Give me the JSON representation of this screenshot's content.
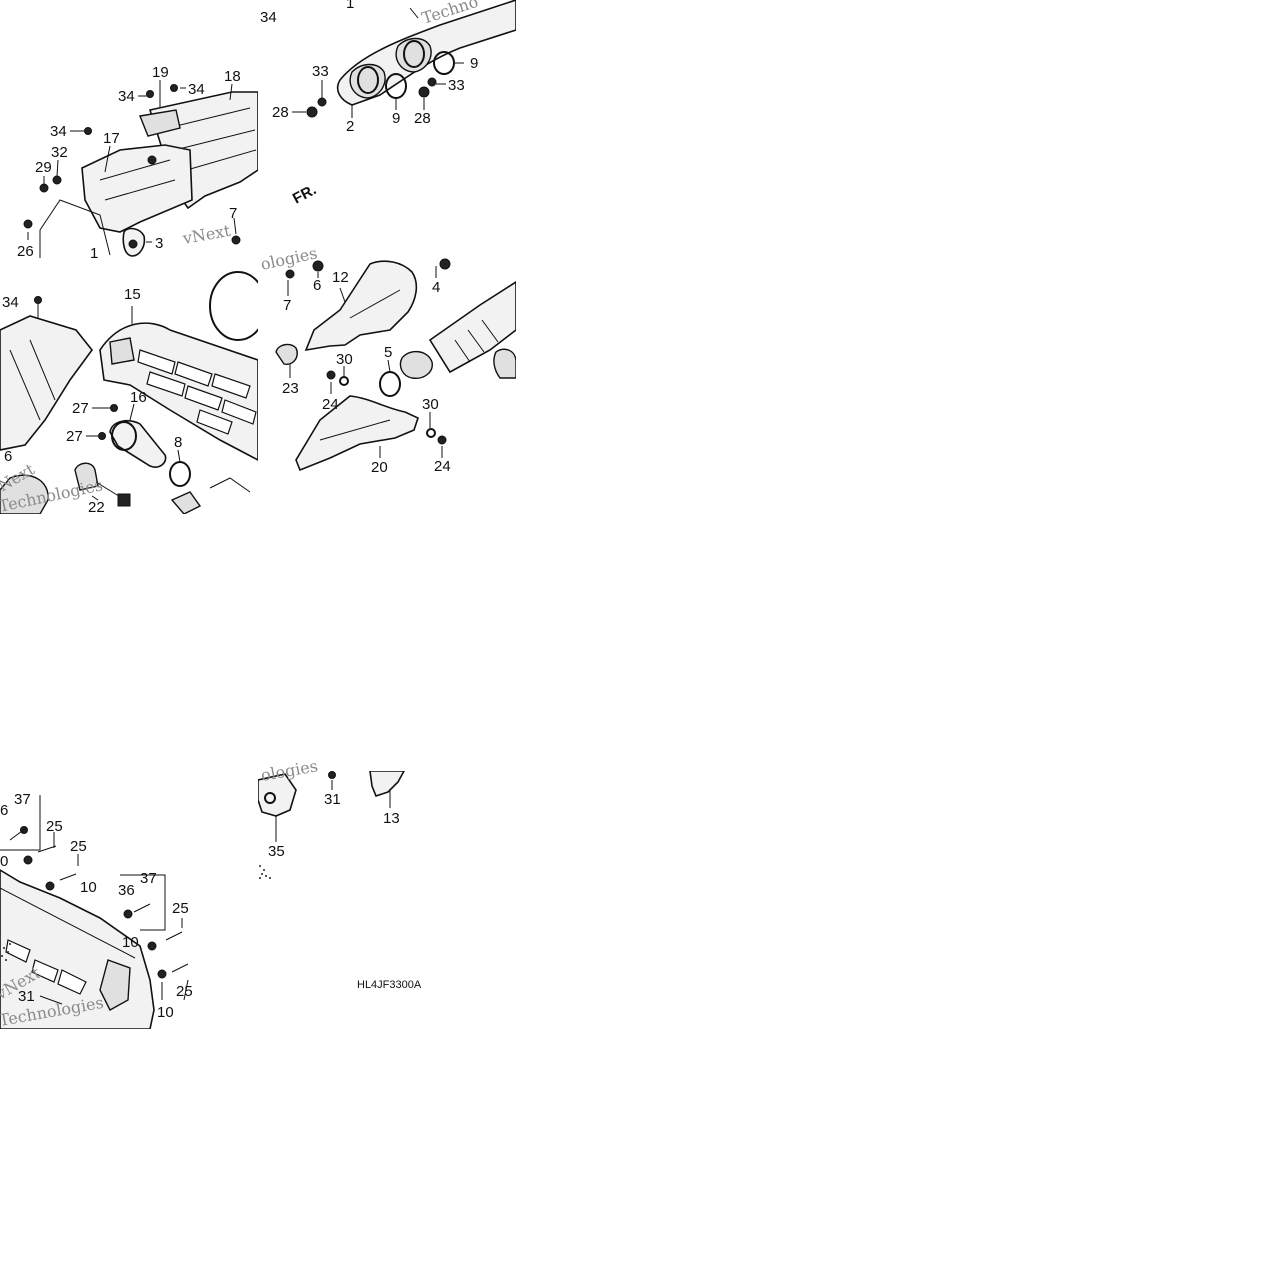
{
  "diagram": {
    "code": "HL4JF3300A",
    "direction_label": "FR.",
    "watermarks": [
      "vNext",
      "vNext",
      "Techno",
      "Technologies",
      "Technologies",
      "ologies",
      "Next",
      "ologies"
    ],
    "callouts": {
      "c1": "34",
      "c2": "1",
      "c3": "33",
      "c4": "9",
      "c5": "33",
      "c6": "28",
      "c7": "2",
      "c8": "9",
      "c9": "28",
      "c10": "19",
      "c11": "34",
      "c12": "34",
      "c13": "18",
      "c14": "34",
      "c15": "17",
      "c16": "32",
      "c17": "29",
      "c18": "26",
      "c19": "3",
      "c20": "7",
      "c21": "1",
      "c22": "34",
      "c23": "15",
      "c24": "27",
      "c25": "16",
      "c26": "27",
      "c27": "8",
      "c28": "6",
      "c29": "22",
      "c30": "7",
      "c31": "6",
      "c32": "12",
      "c33": "4",
      "c34": "23",
      "c35": "30",
      "c36": "5",
      "c37": "24",
      "c38": "30",
      "c39": "20",
      "c40": "24",
      "c41": "6",
      "c42": "37",
      "c43": "25",
      "c44": "0",
      "c45": "25",
      "c46": "10",
      "c47": "36",
      "c48": "37",
      "c49": "25",
      "c50": "10",
      "c51": "25",
      "c52": "31",
      "c53": "10",
      "c54": "31",
      "c55": "13",
      "c56": "35"
    }
  }
}
